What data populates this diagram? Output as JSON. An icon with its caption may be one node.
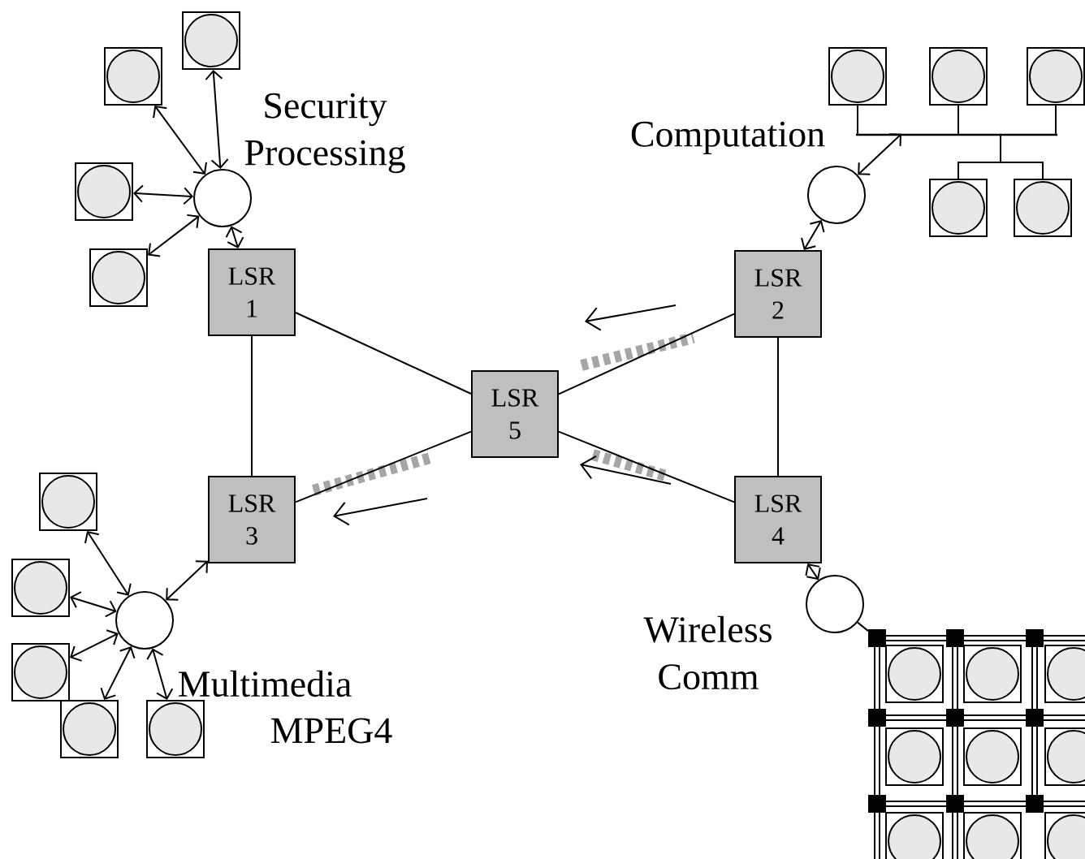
{
  "diagram": {
    "nodes": [
      {
        "text": [],
        "shape": "circle"
      },
      {
        "text": [],
        "shape": "box"
      },
      {
        "text": [],
        "shape": "box"
      },
      {
        "text": [],
        "shape": "box"
      },
      {
        "text": [],
        "shape": "box"
      },
      {
        "text": [],
        "shape": "circle"
      },
      {
        "text": [],
        "shape": "box"
      },
      {
        "text": [],
        "shape": "box"
      },
      {
        "text": [],
        "shape": "box"
      },
      {
        "text": [],
        "shape": "box"
      },
      {
        "text": [],
        "shape": "box"
      },
      {
        "text": [
          "LSR 1"
        ]
      },
      {
        "text": [
          "LSR 2"
        ]
      },
      {
        "text": [
          "LSR 5"
        ]
      },
      {
        "text": [
          "LSR 3"
        ]
      },
      {
        "text": [
          "LSR 4"
        ]
      },
      {
        "text": [],
        "shape": "circle"
      },
      {
        "text": [],
        "shape": "box"
      },
      {
        "text": [],
        "shape": "box"
      },
      {
        "text": [],
        "shape": "box"
      },
      {
        "text": [],
        "shape": "box"
      },
      {
        "text": [],
        "shape": "box"
      },
      {
        "text": [],
        "shape": "circle"
      },
      {
        "text": [],
        "shape": "square"
      },
      {
        "text": [],
        "shape": "square"
      },
      {
        "text": [],
        "shape": "square"
      },
      {
        "text": [],
        "shape": "square"
      },
      {
        "text": [],
        "shape": "square"
      },
      {
        "text": [],
        "shape": "square"
      },
      {
        "text": [],
        "shape": "square"
      },
      {
        "text": [],
        "shape": "square"
      },
      {
        "text": [],
        "shape": "square"
      },
      {
        "text": [],
        "shape": "box"
      },
      {
        "text": [],
        "shape": "box"
      },
      {
        "text": [],
        "shape": "box"
      },
      {
        "text": [],
        "shape": "box"
      },
      {
        "text": [],
        "shape": "box"
      },
      {
        "text": [],
        "shape": "box"
      },
      {
        "text": [],
        "shape": "box"
      },
      {
        "text": [],
        "shape": "box"
      },
      {
        "text": [],
        "shape": "box"
      },
      {
        "text": [],
        "shape": "bar"
      }
    ],
    "edges": [
      {
        "from": 0,
        "to": 1,
        "arrow": "both"
      },
      {
        "from": 0,
        "to": 2,
        "arrow": "both"
      },
      {
        "from": 0,
        "to": 3,
        "arrow": "both"
      },
      {
        "from": 0,
        "to": 4,
        "arrow": "both"
      },
      {
        "from": 0,
        "to": 11,
        "arrow": "both"
      },
      {
        "from": 41,
        "to": 6,
        "arrow": "none"
      },
      {
        "from": 41,
        "to": 7,
        "arrow": "none"
      },
      {
        "from": 41,
        "to": 8,
        "arrow": "none"
      },
      {
        "from": 41,
        "to": 9,
        "arrow": "none"
      },
      {
        "from": 41,
        "to": 10,
        "arrow": "none"
      },
      {
        "from": 5,
        "to": 12,
        "arrow": "both"
      },
      {
        "from": 11,
        "to": 14,
        "arrow": "none"
      },
      {
        "from": 12,
        "to": 15,
        "arrow": "none"
      },
      {
        "from": 11,
        "to": 13,
        "arrow": "none"
      },
      {
        "from": 12,
        "to": 13,
        "arrow": "none"
      },
      {
        "from": 14,
        "to": 13,
        "arrow": "none"
      },
      {
        "from": 15,
        "to": 13,
        "arrow": "none"
      },
      {
        "from": 16,
        "to": 14,
        "arrow": "both"
      },
      {
        "from": 16,
        "to": 17,
        "arrow": "both"
      },
      {
        "from": 16,
        "to": 18,
        "arrow": "both"
      },
      {
        "from": 16,
        "to": 19,
        "arrow": "both"
      },
      {
        "from": 16,
        "to": 20,
        "arrow": "both"
      },
      {
        "from": 16,
        "to": 21,
        "arrow": "both"
      },
      {
        "from": 22,
        "to": 15,
        "arrow": "both"
      },
      {
        "from": 22,
        "to": 23,
        "arrow": "none"
      },
      {
        "from": 23,
        "to": 24,
        "arrow": "none",
        "style": "thick"
      },
      {
        "from": 24,
        "to": 25,
        "arrow": "none",
        "style": "thick"
      },
      {
        "from": 26,
        "to": 27,
        "arrow": "none",
        "style": "thick"
      },
      {
        "from": 27,
        "to": 28,
        "arrow": "none",
        "style": "thick"
      },
      {
        "from": 29,
        "to": 30,
        "arrow": "none",
        "style": "thick"
      },
      {
        "from": 30,
        "to": 31,
        "arrow": "none",
        "style": "thick"
      },
      {
        "from": 23,
        "to": 26,
        "arrow": "none",
        "style": "thick"
      },
      {
        "from": 26,
        "to": 29,
        "arrow": "none",
        "style": "thick"
      },
      {
        "from": 24,
        "to": 27,
        "arrow": "none",
        "style": "thick"
      },
      {
        "from": 27,
        "to": 30,
        "arrow": "none",
        "style": "thick"
      },
      {
        "from": 25,
        "to": 28,
        "arrow": "none",
        "style": "thick"
      },
      {
        "from": 28,
        "to": 31,
        "arrow": "none",
        "style": "thick"
      },
      {
        "from": 25,
        "to": null,
        "arrow": "none",
        "style": "thick"
      },
      {
        "from": 28,
        "to": null,
        "arrow": "none",
        "style": "thick"
      },
      {
        "from": 31,
        "to": null,
        "arrow": "none",
        "style": "thick"
      },
      {
        "from": 29,
        "to": null,
        "arrow": "none",
        "style": "thick"
      },
      {
        "from": 30,
        "to": null,
        "arrow": "none",
        "style": "thick"
      },
      {
        "from": 5,
        "to": 41,
        "arrow": "both"
      }
    ],
    "labels": [
      "Security Processing",
      "Computation",
      "Multimedia",
      "MPEG4",
      "Wireless Comm"
    ]
  }
}
